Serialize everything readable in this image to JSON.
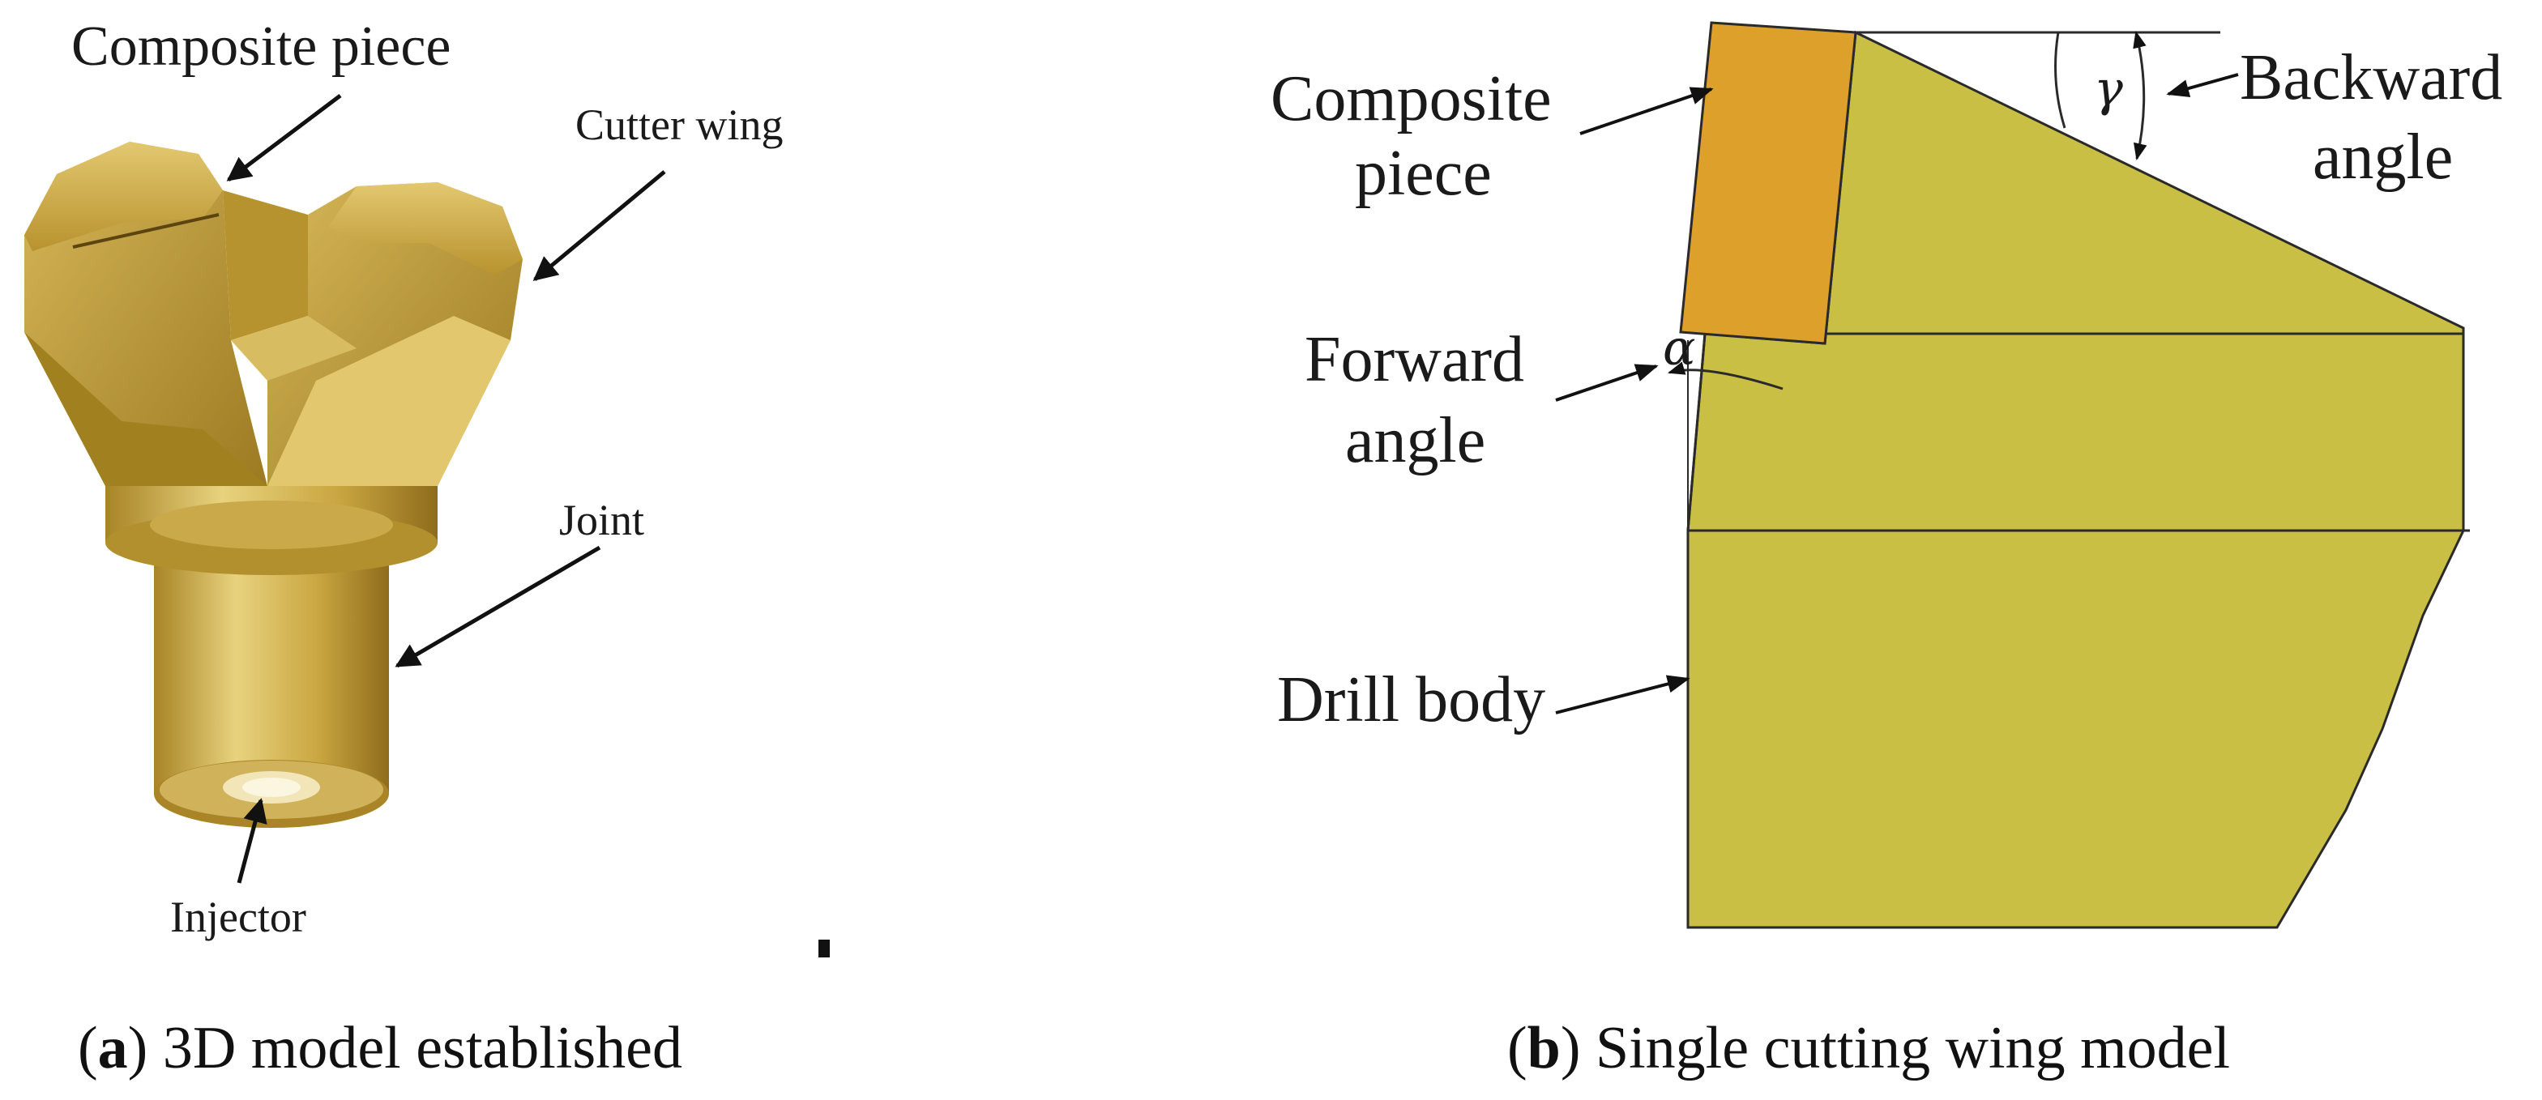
{
  "panel_a": {
    "labels": {
      "composite_piece": "Composite piece",
      "cutter_wing": "Cutter wing",
      "joint": "Joint",
      "injector": "Injector"
    },
    "caption": {
      "letter": "a",
      "text": " 3D model established"
    }
  },
  "panel_b": {
    "labels": {
      "composite_line1": "Composite",
      "composite_line2": "piece",
      "backward_line1": "Backward",
      "backward_line2": "angle",
      "forward_line1": "Forward",
      "forward_line2": "angle",
      "drill_body": "Drill body",
      "gamma": "γ",
      "alpha": "α"
    },
    "caption": {
      "letter": "b",
      "text": " Single cutting wing model"
    }
  },
  "colors": {
    "brass_light": "#e6cf7a",
    "brass_mid": "#c9a640",
    "brass_dark": "#8a6a1c",
    "olive_body": "#c9bf45",
    "orange_piece": "#dda02a"
  }
}
